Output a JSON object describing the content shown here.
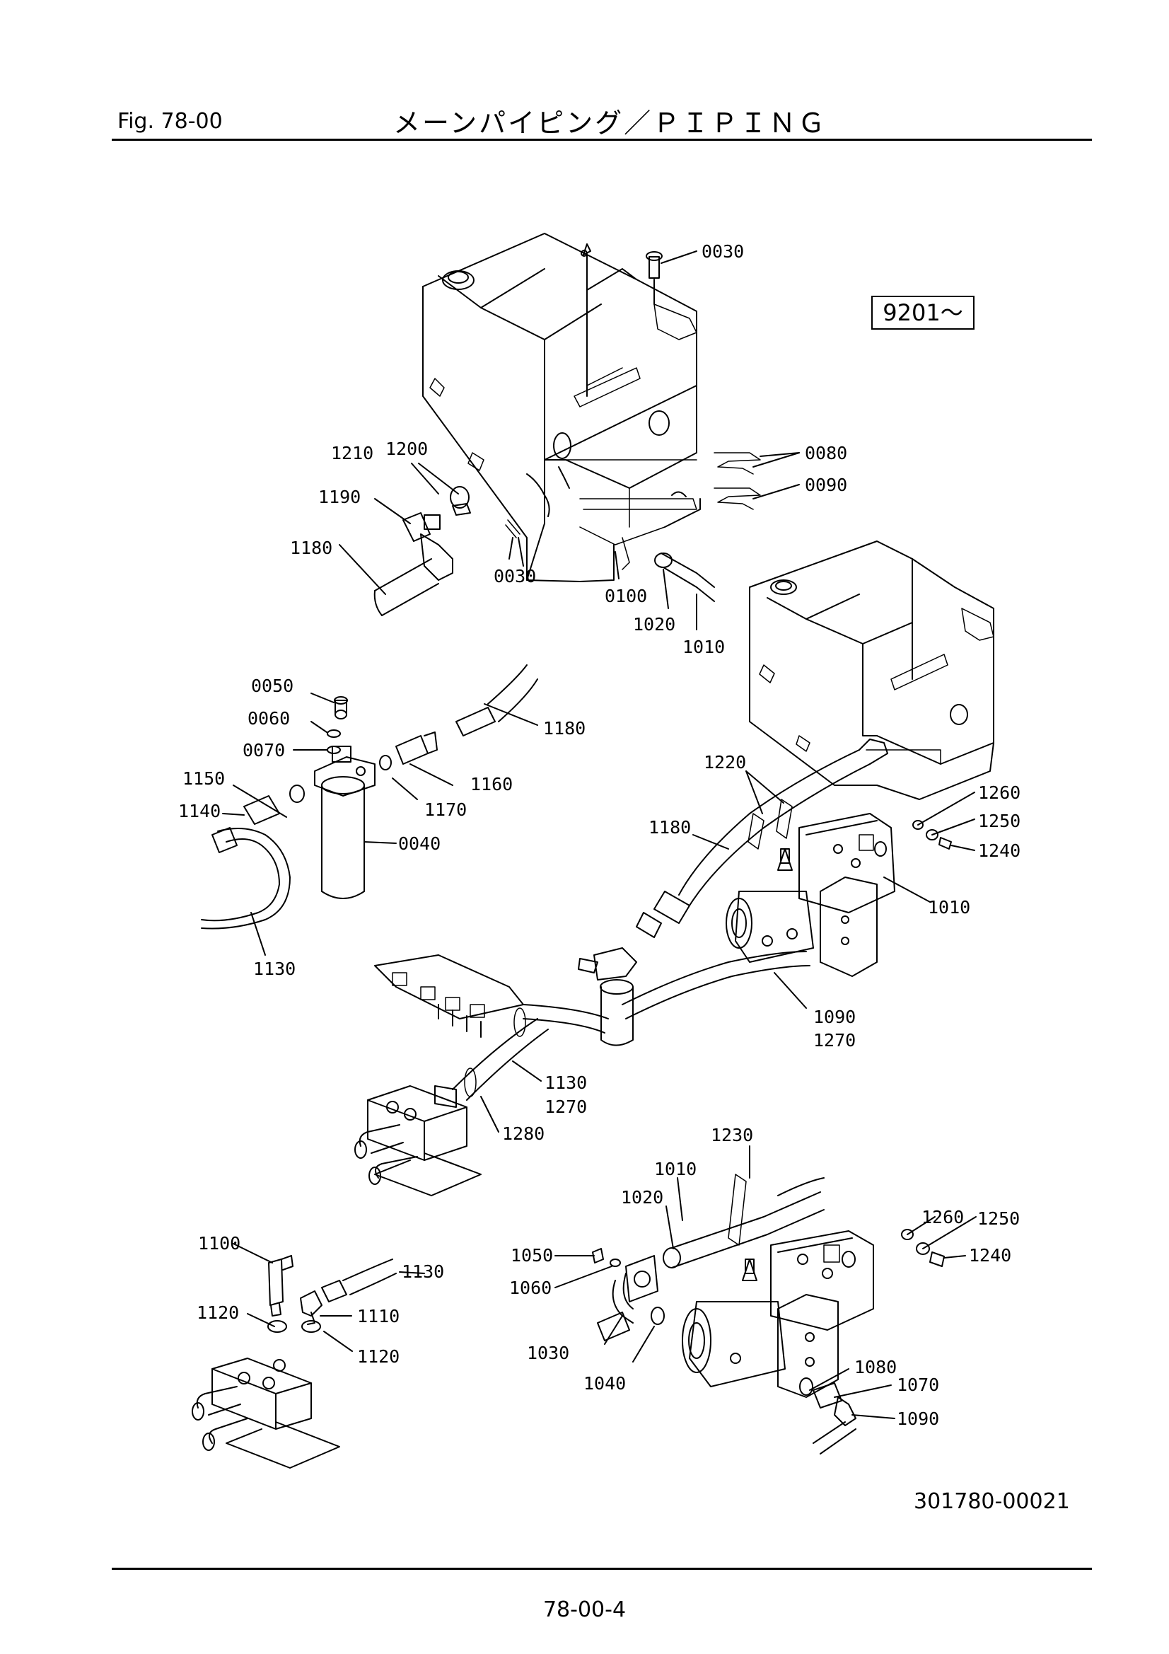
{
  "header": {
    "fig_label": "Fig.  78-00",
    "title": "メーンパイピング／ＰＩＰＩＮＧ"
  },
  "serial_box": "9201～",
  "drawing_number": "301780-00021",
  "page_number": "78-00-4",
  "part_labels": [
    "0030",
    "0080",
    "0090",
    "1210",
    "1200",
    "1190",
    "1180",
    "0030",
    "0100",
    "1020",
    "1010",
    "0050",
    "0060",
    "1180",
    "0070",
    "1160",
    "1150",
    "1170",
    "1140",
    "0040",
    "1130",
    "1220",
    "1260",
    "1180",
    "1250",
    "1240",
    "1010",
    "1090",
    "1270",
    "1130",
    "1270",
    "1280",
    "1230",
    "1010",
    "1020",
    "1260",
    "1250",
    "1100",
    "1130",
    "1050",
    "1240",
    "1060",
    "1120",
    "1110",
    "1120",
    "1030",
    "1040",
    "1080",
    "1070",
    "1090"
  ]
}
